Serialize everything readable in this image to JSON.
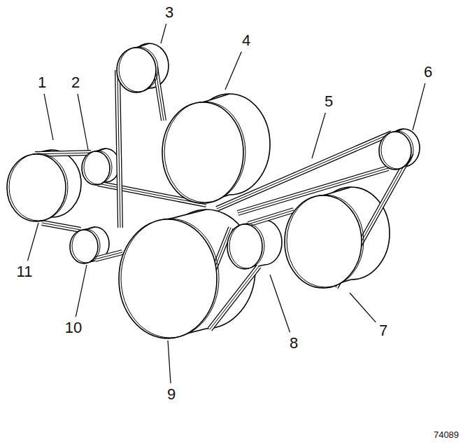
{
  "diagram": {
    "labels": [
      "1",
      "2",
      "3",
      "4",
      "5",
      "6",
      "7",
      "8",
      "9",
      "10",
      "11",
      "74089"
    ]
  }
}
